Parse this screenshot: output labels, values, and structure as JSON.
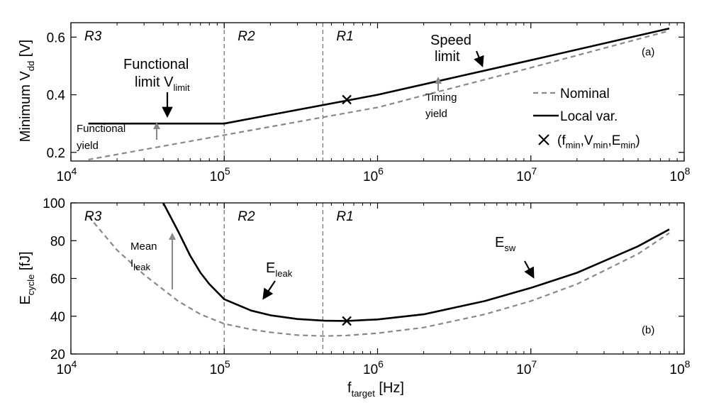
{
  "chart_data": [
    {
      "type": "line",
      "panel_label": "(a)",
      "xscale": "log",
      "xlim": [
        10000,
        100000000
      ],
      "ylim": [
        0.17,
        0.65
      ],
      "ylabel": "Minimum V",
      "ylabel_sub": "dd",
      "ylabel_unit": " [V]",
      "x_ticks": [
        {
          "x": 10000,
          "base": "10",
          "exp": "4"
        },
        {
          "x": 100000,
          "base": "10",
          "exp": "5"
        },
        {
          "x": 1000000,
          "base": "10",
          "exp": "6"
        },
        {
          "x": 10000000,
          "base": "10",
          "exp": "7"
        },
        {
          "x": 100000000,
          "base": "10",
          "exp": "8"
        }
      ],
      "y_ticks": [
        {
          "y": 0.2,
          "label": "0.2"
        },
        {
          "y": 0.4,
          "label": "0.4"
        },
        {
          "y": 0.6,
          "label": "0.6"
        }
      ],
      "regions": [
        {
          "label": "R3",
          "boundary": 10000
        },
        {
          "label": "R2",
          "boundary": 100000
        },
        {
          "label": "R1",
          "boundary": 440000
        }
      ],
      "series": [
        {
          "name": "Nominal",
          "style": "dashed",
          "color": "#888888",
          "x": [
            13000,
            100000,
            1000000,
            10000000,
            80000000
          ],
          "y": [
            0.175,
            0.26,
            0.356,
            0.494,
            0.622
          ]
        },
        {
          "name": "Local var.",
          "style": "solid",
          "color": "#000000",
          "x": [
            13000,
            100000,
            1000000,
            10000000,
            80000000
          ],
          "y": [
            0.3,
            0.3,
            0.4,
            0.52,
            0.63
          ]
        }
      ],
      "marker": {
        "x": 630000,
        "y": 0.383
      },
      "annotations": {
        "functional_limit": {
          "line1": "Functional",
          "line2": "limit V",
          "sub": "limit"
        },
        "functional_yield": {
          "line1": "Functional",
          "line2": "yield"
        },
        "speed_limit": {
          "line1": "Speed",
          "line2": "limit"
        },
        "timing_yield": {
          "line1": "Timing",
          "line2": "yield"
        }
      },
      "legend": {
        "placement": "right",
        "entries": [
          {
            "label": "Nominal",
            "style": "dashed"
          },
          {
            "label": "Local var.",
            "style": "solid"
          }
        ],
        "marker_entry": {
          "prefix": "(f",
          "s1": "min",
          "c1": ",V",
          "s2": "min",
          "c2": ",E",
          "s3": "min",
          "suffix": ")"
        }
      }
    },
    {
      "type": "line",
      "panel_label": "(b)",
      "xscale": "log",
      "xlim": [
        10000,
        100000000
      ],
      "ylim": [
        20,
        100
      ],
      "xlabel": "f",
      "xlabel_sub": "target",
      "xlabel_unit": " [Hz]",
      "ylabel": "E",
      "ylabel_sub": "cycle",
      "ylabel_unit": " [fJ]",
      "x_ticks": [
        {
          "x": 10000,
          "base": "10",
          "exp": "4"
        },
        {
          "x": 100000,
          "base": "10",
          "exp": "5"
        },
        {
          "x": 1000000,
          "base": "10",
          "exp": "6"
        },
        {
          "x": 10000000,
          "base": "10",
          "exp": "7"
        },
        {
          "x": 100000000,
          "base": "10",
          "exp": "8"
        }
      ],
      "y_ticks": [
        {
          "y": 20,
          "label": "20"
        },
        {
          "y": 40,
          "label": "40"
        },
        {
          "y": 60,
          "label": "60"
        },
        {
          "y": 80,
          "label": "80"
        },
        {
          "y": 100,
          "label": "100"
        }
      ],
      "regions": [
        {
          "label": "R3",
          "boundary": 10000
        },
        {
          "label": "R2",
          "boundary": 100000
        },
        {
          "label": "R1",
          "boundary": 440000
        }
      ],
      "series": [
        {
          "name": "Nominal",
          "style": "dashed",
          "color": "#888888",
          "x": [
            13000,
            20000,
            30000,
            50000,
            70000,
            100000,
            150000,
            200000,
            300000,
            450000,
            630000,
            1000000,
            2000000,
            5000000,
            10000000,
            20000000,
            50000000,
            80000000
          ],
          "y": [
            93,
            75,
            62,
            48,
            41,
            36,
            33,
            31.5,
            30,
            29.5,
            29.8,
            31,
            34,
            41,
            48,
            57,
            73,
            84
          ]
        },
        {
          "name": "Local var.",
          "style": "solid",
          "color": "#000000",
          "x": [
            40000,
            50000,
            60000,
            70000,
            80000,
            100000,
            150000,
            200000,
            300000,
            450000,
            630000,
            1000000,
            2000000,
            5000000,
            10000000,
            20000000,
            50000000,
            80000000
          ],
          "y": [
            100,
            85,
            72,
            63,
            57,
            49,
            43,
            40.5,
            38.5,
            37.6,
            37.5,
            38.3,
            41,
            48,
            55,
            63,
            77,
            86
          ]
        }
      ],
      "marker": {
        "x": 630000,
        "y": 37.5
      },
      "annotations": {
        "mean_ileak": {
          "line1": "Mean",
          "line2": "I",
          "sub": "leak"
        },
        "eleak": {
          "main": "E",
          "sub": "leak"
        },
        "esw": {
          "main": "E",
          "sub": "sw"
        }
      }
    }
  ]
}
